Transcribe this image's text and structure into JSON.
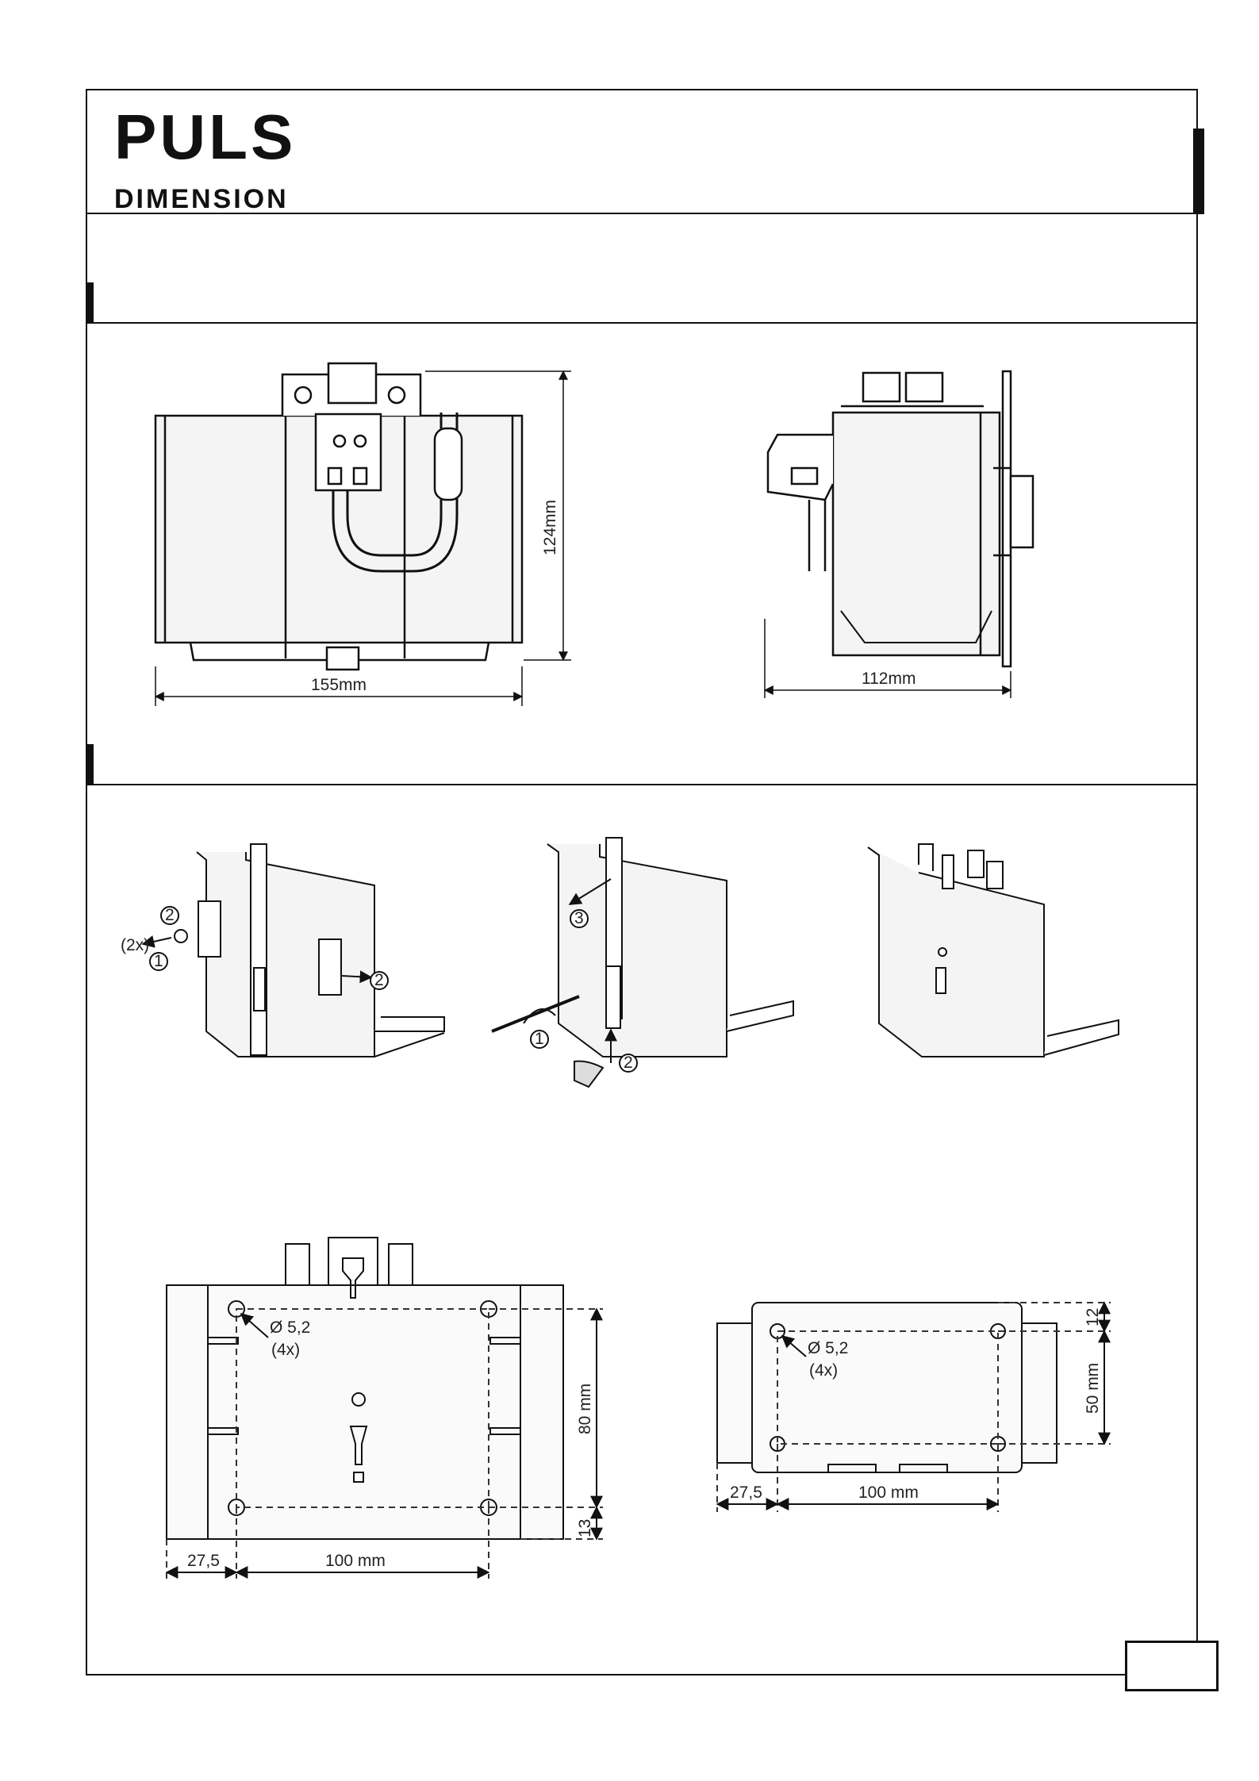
{
  "brand": {
    "logo_text": "PULS",
    "subtitle": "DIMENSION"
  },
  "dimensions": {
    "front_height": "124mm",
    "front_width": "155mm",
    "side_depth": "112mm"
  },
  "assembly": {
    "step_1": "1",
    "step_2": "2",
    "step_3": "3",
    "count": "(2x)"
  },
  "drilling": {
    "hole_diameter": "Ø 5,2",
    "hole_count": "(4x)",
    "left_plan": {
      "vertical_spacing": "80 mm",
      "bottom_offset": "13",
      "left_offset": "27,5",
      "horizontal_spacing": "100 mm"
    },
    "right_plan": {
      "top_offset": "12",
      "vertical_spacing": "50 mm",
      "left_offset": "27,5",
      "horizontal_spacing": "100 mm"
    }
  },
  "colors": {
    "line": "#111111",
    "dashed": "#333333",
    "face": "#f4f4f4"
  }
}
